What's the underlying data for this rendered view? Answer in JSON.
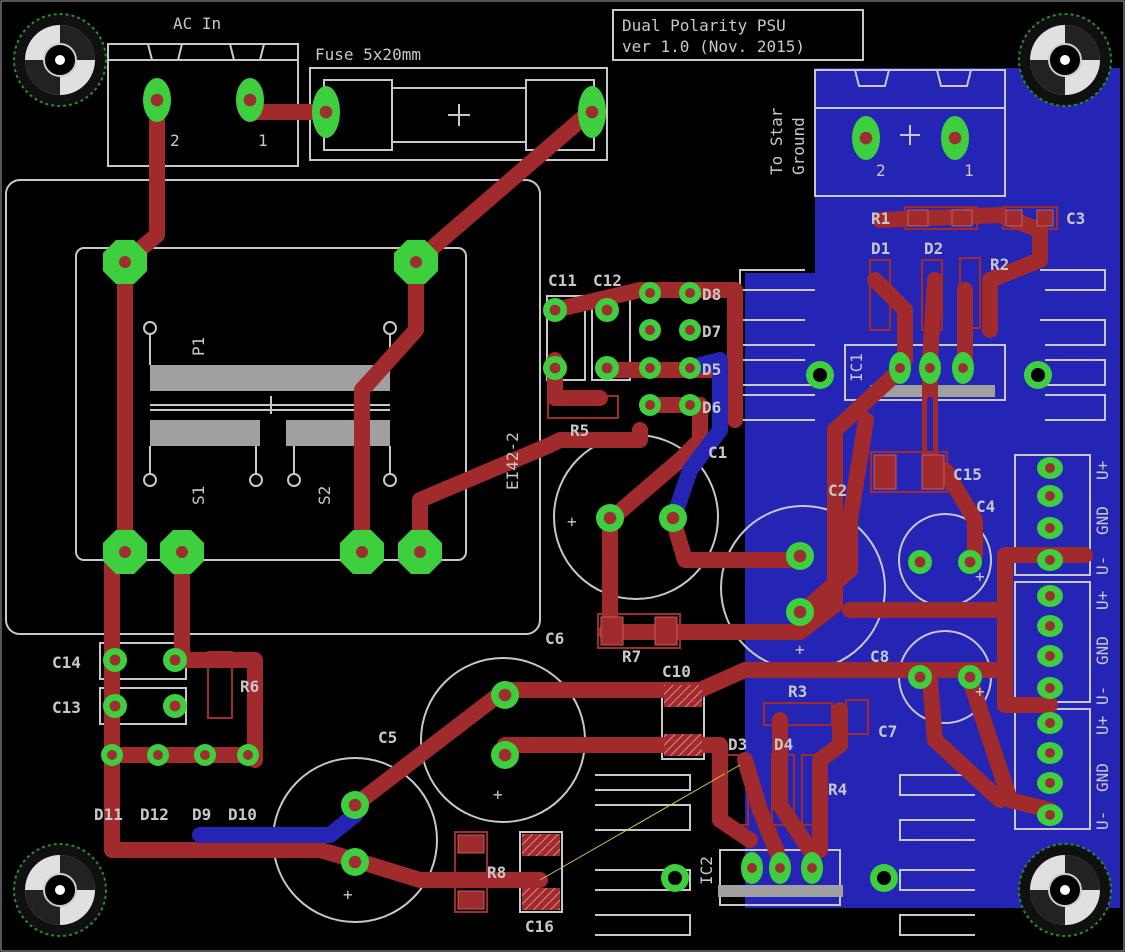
{
  "title_block": {
    "line1": "Dual Polarity PSU",
    "line2": "ver 1.0 (Nov. 2015)"
  },
  "connectors": {
    "ac_in": {
      "label": "AC In",
      "pin2": "2",
      "pin1": "1"
    },
    "star": {
      "label_line1": "To Star",
      "label_line2": "Ground",
      "pin2": "2",
      "pin1": "1"
    }
  },
  "fuse": {
    "label": "Fuse 5x20mm"
  },
  "transformer": {
    "part": "EI42-2",
    "primary": "P1",
    "sec1": "S1",
    "sec2": "S2"
  },
  "refdes": {
    "r1": "R1",
    "r2": "R2",
    "r3": "R3",
    "r4": "R4",
    "r5": "R5",
    "r6": "R6",
    "r7": "R7",
    "r8": "R8",
    "c1": "C1",
    "c2": "C2",
    "c3": "C3",
    "c4": "C4",
    "c5": "C5",
    "c6": "C6",
    "c7": "C7",
    "c8": "C8",
    "c10": "C10",
    "c11": "C11",
    "c12": "C12",
    "c13": "C13",
    "c14": "C14",
    "c15": "C15",
    "c16": "C16",
    "d1": "D1",
    "d2": "D2",
    "d3": "D3",
    "d4": "D4",
    "d5": "D5",
    "d6": "D6",
    "d7": "D7",
    "d8": "D8",
    "d9": "D9",
    "d10": "D10",
    "d11": "D11",
    "d12": "D12",
    "ic1": "IC1",
    "ic2": "IC2"
  },
  "output_terms": {
    "t1": [
      "U+",
      "GND",
      "U-"
    ],
    "t2": [
      "U+",
      "GND",
      "U-"
    ],
    "t3": [
      "U+",
      "GND",
      "U-"
    ]
  },
  "colors": {
    "board": "#000000",
    "top_copper": "#a12a2d",
    "bottom_copper": "#2424b5",
    "pads": "#3ecf3e",
    "silkscreen": "#c8c8c8"
  }
}
